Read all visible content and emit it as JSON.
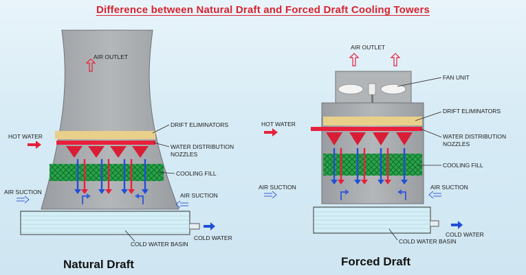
{
  "title": "Difference between Natural Draft and Forced Draft Cooling Towers",
  "natural": {
    "caption": "Natural Draft",
    "labels": {
      "air_outlet": "AIR OUTLET",
      "drift_eliminators": "DRIFT ELIMINATORS",
      "hot_water": "HOT WATER",
      "water_distribution_1": "WATER DISTRIBUTION",
      "water_distribution_2": "NOZZLES",
      "cooling_fill": "COOLING FILL",
      "air_suction_left": "AIR SUCTION",
      "air_suction_right": "AIR SUCTION",
      "cold_water": "COLD WATER",
      "cold_water_basin": "COLD WATER BASIN"
    }
  },
  "forced": {
    "caption": "Forced Draft",
    "labels": {
      "air_outlet": "AIR OUTLET",
      "fan_unit": "FAN UNIT",
      "drift_eliminators": "DRIFT ELIMINATORS",
      "hot_water": "HOT WATER",
      "water_distribution_1": "WATER DISTRIBUTION",
      "water_distribution_2": "NOZZLES",
      "cooling_fill": "COOLING FILL",
      "air_suction_left": "AIR SUCTION",
      "air_suction_right": "AIR SUCTION",
      "cold_water": "COLD WATER",
      "cold_water_basin": "COLD WATER BASIN"
    }
  },
  "colors": {
    "title": "#d8222e",
    "tower_body": "#a9acaf",
    "drift": "#e9d08a",
    "distribution_pipe": "#e8203a",
    "cooling_fill": "#2aa34a",
    "basin": "#cfeaf2",
    "hot_arrow": "#e8203a",
    "cold_arrow": "#1f4fd8",
    "air_arrow": "#3a5bd8"
  }
}
